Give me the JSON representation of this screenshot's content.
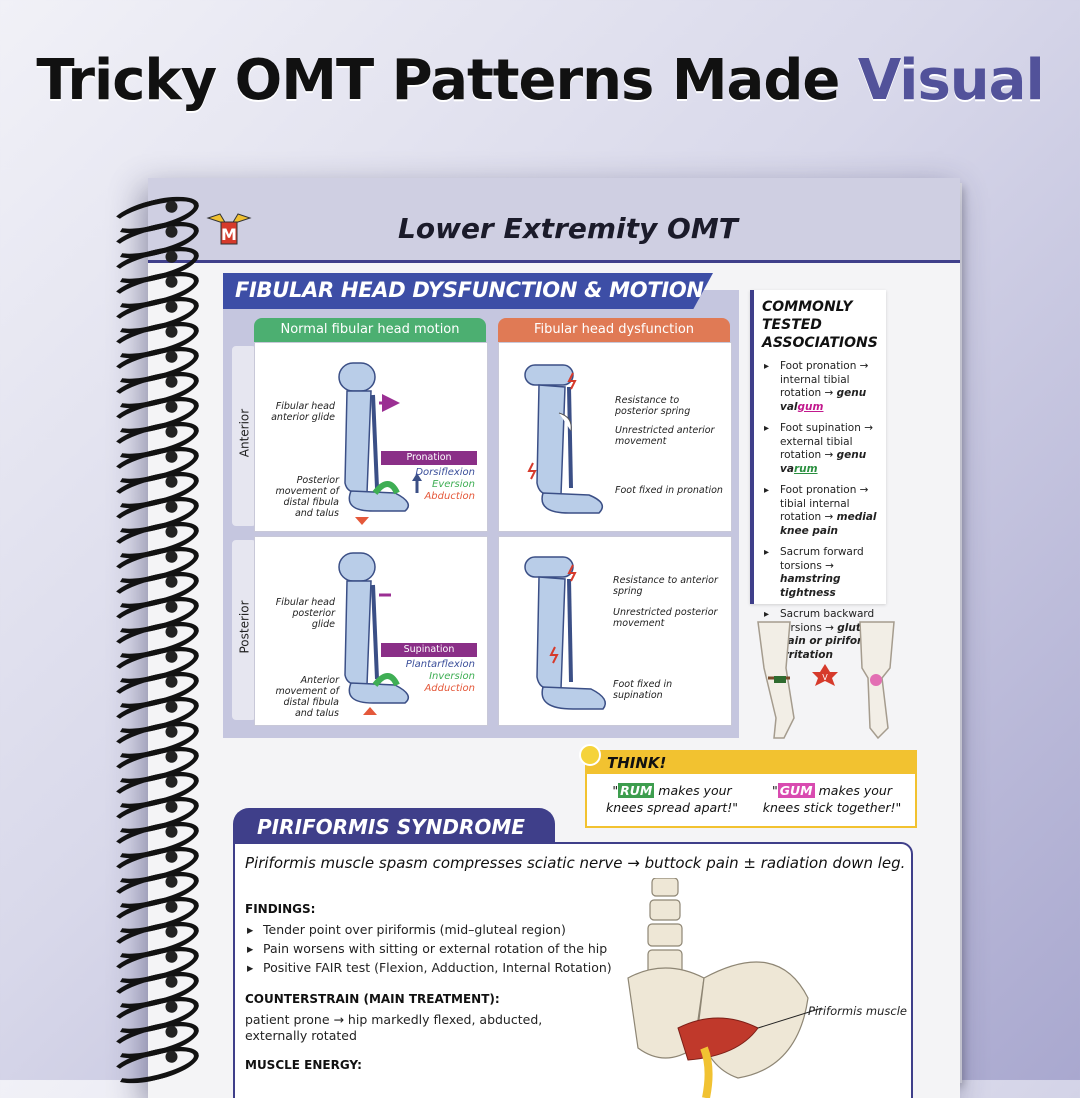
{
  "hero": {
    "title_main": "Tricky OMT Patterns Made ",
    "title_accent": "Visual"
  },
  "page": {
    "title": "Lower Extremity OMT"
  },
  "fibular": {
    "banner": "FIBULAR HEAD DYSFUNCTION & MOTION",
    "normal_header": "Normal fibular head motion",
    "dysfunction_header": "Fibular head dysfunction",
    "anterior_label": "Anterior",
    "posterior_label": "Posterior",
    "ant_normal": {
      "glide": "Fibular head anterior glide",
      "movement": "Posterior movement of distal fibula and talus",
      "tag": "Pronation",
      "m1": "Dorsiflexion",
      "m2": "Eversion",
      "m3": "Abduction"
    },
    "ant_dys": {
      "resist": "Resistance to posterior spring",
      "unrestricted": "Unrestricted anterior movement",
      "fixed": "Foot fixed in pronation"
    },
    "post_normal": {
      "glide": "Fibular head posterior glide",
      "movement": "Anterior movement of distal fibula and talus",
      "tag": "Supination",
      "m1": "Plantarflexion",
      "m2": "Inversion",
      "m3": "Adduction"
    },
    "post_dys": {
      "resist": "Resistance to anterior spring",
      "unrestricted": "Unrestricted posterior movement",
      "fixed": "Foot fixed in supination"
    }
  },
  "associations": {
    "title": "COMMONLY TESTED ASSOCIATIONS",
    "items": [
      {
        "text": "Foot pronation → internal tibial rotation → ",
        "bold": "genu val",
        "hl": "gum"
      },
      {
        "text": "Foot supination → external tibial rotation → ",
        "bold": "genu va",
        "hl": "rum"
      },
      {
        "text": "Foot pronation → tibial internal rotation → ",
        "bold": "medial knee pain",
        "hl": ""
      },
      {
        "text": "Sacrum forward torsions → ",
        "bold": "hamstring tightness",
        "hl": ""
      },
      {
        "text": "Sacrum backward torsions → ",
        "bold": "glute pain or piriformis irritation",
        "hl": ""
      }
    ]
  },
  "think": {
    "title": "THINK!",
    "q1_open": "\"",
    "q1_word": "RUM",
    "q1_rest": "makes your knees spread apart!\"",
    "q2_open": "\"",
    "q2_word": "GUM",
    "q2_rest": "makes your knees stick together!\""
  },
  "piriformis": {
    "banner": "PIRIFORMIS SYNDROME",
    "lead": "Piriformis muscle spasm compresses sciatic nerve → buttock pain ± radiation down leg.",
    "findings_title": "FINDINGS:",
    "findings": [
      "Tender point over piriformis (mid–gluteal region)",
      "Pain worsens with sitting or external rotation of the hip",
      "Positive FAIR test (Flexion, Adduction, Internal Rotation)"
    ],
    "counterstrain_title": "COUNTERSTRAIN (MAIN TREATMENT):",
    "counterstrain_text": "patient prone → hip markedly flexed, abducted, externally rotated",
    "muscle_energy_title": "MUSCLE ENERGY:",
    "image_label": "Piriformis muscle"
  },
  "colors": {
    "primary": "#3f3f8a",
    "banner": "#3d4ea6",
    "green": "#4caf71",
    "orange": "#e07a55",
    "purple": "#8a2f87",
    "yellow": "#f2c230"
  }
}
